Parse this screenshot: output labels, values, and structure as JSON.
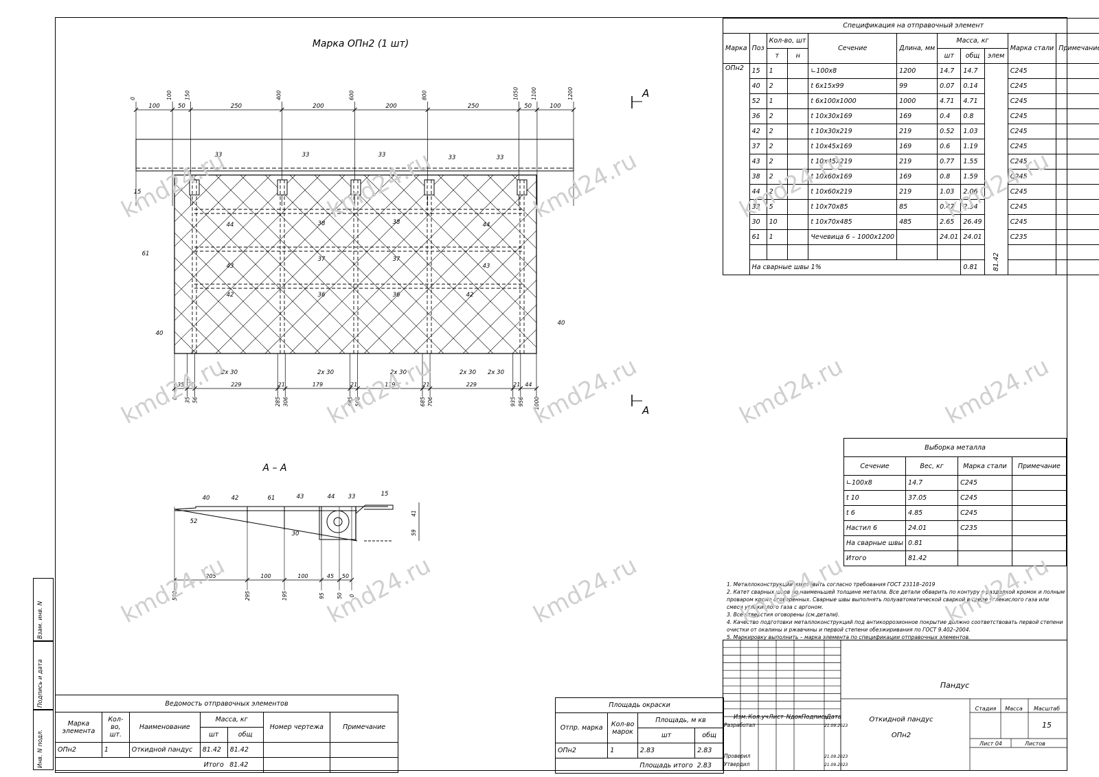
{
  "drawing": {
    "main_title": "Марка ОПн2 (1 шт)",
    "section_marker": "А",
    "section_title": "А – А",
    "dims_top": [
      "0",
      "100",
      "150",
      "400",
      "600",
      "800",
      "1050",
      "1100",
      "1200"
    ],
    "spans_top": [
      "100",
      "50",
      "250",
      "200",
      "200",
      "250",
      "50",
      "100"
    ],
    "dims_bottom": [
      "0",
      "35",
      "56",
      "285",
      "306",
      "485",
      "506",
      "685",
      "706",
      "935",
      "956",
      "1000"
    ],
    "spans_bottom": [
      "35",
      "21",
      "229",
      "21",
      "179",
      "21",
      "179",
      "21",
      "229",
      "21",
      "44"
    ],
    "labels_main": [
      "15",
      "33",
      "33",
      "33",
      "33",
      "33",
      "61",
      "44",
      "38",
      "38",
      "44",
      "43",
      "37",
      "37",
      "43",
      "42",
      "36",
      "36",
      "42",
      "40",
      "40",
      "2х 30",
      "2х 30",
      "2х 30",
      "2х 30",
      "2х 30"
    ],
    "labels_section": [
      "40",
      "42",
      "61",
      "43",
      "44",
      "33",
      "15",
      "52",
      "30"
    ],
    "section_dims_bottom": [
      "500",
      "295",
      "195",
      "95",
      "50",
      "0"
    ],
    "section_spans_bottom": [
      "205",
      "100",
      "100",
      "45",
      "50"
    ],
    "section_dims_right": [
      "41",
      "59"
    ]
  },
  "spec": {
    "title": "Спецификация на отправочный элемент",
    "headers": {
      "mark": "Марка",
      "pos": "Поз",
      "qty": "Кол-во, шт",
      "t": "т",
      "n": "н",
      "section": "Сечение",
      "length": "Длина, мм",
      "mass": "Масса, кг",
      "pc": "шт",
      "total": "общ",
      "elem": "элем",
      "steel": "Марка стали",
      "note": "Примечание"
    },
    "element_mark": "ОПн2",
    "elem_mass": "81.42",
    "rows": [
      [
        "15",
        "1",
        "∟100х8",
        "1200",
        "14.7",
        "14.7",
        "С245"
      ],
      [
        "40",
        "2",
        "t 6х15х99",
        "99",
        "0.07",
        "0.14",
        "С245"
      ],
      [
        "52",
        "1",
        "t 6х100х1000",
        "1000",
        "4.71",
        "4.71",
        "С245"
      ],
      [
        "36",
        "2",
        "t 10х30х169",
        "169",
        "0.4",
        "0.8",
        "С245"
      ],
      [
        "42",
        "2",
        "t 10х30х219",
        "219",
        "0.52",
        "1.03",
        "С245"
      ],
      [
        "37",
        "2",
        "t 10х45х169",
        "169",
        "0.6",
        "1.19",
        "С245"
      ],
      [
        "43",
        "2",
        "t 10х45х219",
        "219",
        "0.77",
        "1.55",
        "С245"
      ],
      [
        "38",
        "2",
        "t 10х60х169",
        "169",
        "0.8",
        "1.59",
        "С245"
      ],
      [
        "44",
        "2",
        "t 10х60х219",
        "219",
        "1.03",
        "2.06",
        "С245"
      ],
      [
        "33",
        "5",
        "t 10х70х85",
        "85",
        "0.47",
        "2.34",
        "С245"
      ],
      [
        "30",
        "10",
        "t 10х70х485",
        "485",
        "2.65",
        "26.49",
        "С245"
      ],
      [
        "61",
        "1",
        "Чечевица 6 – 1000х1200",
        "",
        "24.01",
        "24.01",
        "С235"
      ]
    ],
    "welds_label": "На сварные швы 1%",
    "welds_value": "0.81"
  },
  "metal": {
    "title": "Выборка металла",
    "headers": [
      "Сечение",
      "Вес, кг",
      "Марка стали",
      "Примечание"
    ],
    "rows": [
      [
        "∟100х8",
        "14.7",
        "С245",
        ""
      ],
      [
        "t 10",
        "37.05",
        "С245",
        ""
      ],
      [
        "t 6",
        "4.85",
        "С245",
        ""
      ],
      [
        "Настил 6",
        "24.01",
        "С235",
        ""
      ],
      [
        "На сварные швы",
        "0.81",
        "",
        ""
      ],
      [
        "Итого",
        "81.42",
        "",
        ""
      ]
    ]
  },
  "notes": [
    "1. Металлоконструкции изготовить согласно требования ГОСТ 23118–2019",
    "2. Катет сварных швов по наименьшей толщине металла. Все детали обварить по контуру с разделкой кромок и полным проваром кроме оговоренных. Сварные швы выполнять полуавтоматической сваркой в среде углекислого газа или смеси углекислого газа с аргоном.",
    "3. Все отверстия оговорены (см.детали).",
    "4. Качество подготовки металлоконструкций под антикоррозионное покрытие должно соответствовать первой степени очистки от окалины и ржавчины и первой степени обезжиривания по ГОСТ 9.402–2004.",
    "5. Маркировку выполнить – марка элемента по спецификации отправочных элементов."
  ],
  "vedomost": {
    "title": "Ведомость отправочных элементов",
    "headers": {
      "mark": "Марка элемента",
      "qty": "Кол-во, шт.",
      "name": "Наименование",
      "mass": "Масса, кг",
      "pc": "шт",
      "total": "общ",
      "drawing": "Номер чертежа",
      "note": "Примечание"
    },
    "row": {
      "mark": "ОПн2",
      "qty": "1",
      "name": "Откидной пандус",
      "pc": "81.42",
      "total": "81.42"
    },
    "total_label": "Итого",
    "total_value": "81.42"
  },
  "paint": {
    "title": "Площадь окраски",
    "headers": {
      "mark": "Отпр. марка",
      "qty": "Кол-во марок",
      "area": "Площадь, м кв",
      "pc": "шт",
      "total": "общ"
    },
    "row": {
      "mark": "ОПн2",
      "qty": "1",
      "pc": "2.83",
      "total": "2.83"
    },
    "total_label": "Площадь итого",
    "total_value": "2.83"
  },
  "stamp": {
    "headers": [
      "Изм.",
      "Кол.уч",
      "Лист",
      "Nдок",
      "Подпись",
      "Дата"
    ],
    "roles": [
      "Разработал",
      "Проверил",
      "Утвердил"
    ],
    "date": "21.09.2023",
    "project": "Пандус",
    "name_line1": "Откидной пандус",
    "name_line2": "ОПн2",
    "stage_label": "Стадия",
    "mass_label": "Масса",
    "scale_label": "Масштаб",
    "scale_value": "15",
    "sheet_label": "Лист 04",
    "sheets_label": "Листов"
  },
  "side": {
    "strip1": "Взам. инв. N",
    "strip2": "Подпись и дата",
    "strip3": "Инв. N подл."
  },
  "watermark": "kmd24.ru"
}
